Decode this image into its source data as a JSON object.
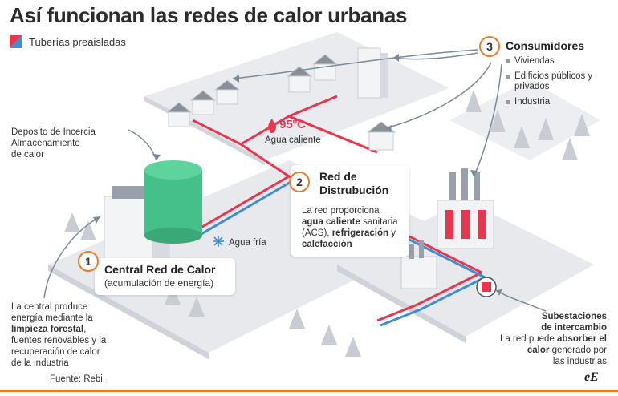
{
  "title": "Así funcionan las redes de calor urbanas",
  "legend": {
    "label": "Tuberías preaisladas"
  },
  "consumers": {
    "number": "3",
    "title": "Consumidores",
    "items": [
      "Viviendas",
      "Edificios públicos y privados",
      "Industria"
    ]
  },
  "deposit": {
    "line1": "Deposito de Incercia",
    "line2": "Almacenamiento",
    "line3": "de calor"
  },
  "hot_water": {
    "temp": "95ºC",
    "label": "Agua caliente"
  },
  "cold_water": {
    "label": "Agua fría"
  },
  "network": {
    "number": "2",
    "title_line1": "Red de",
    "title_line2": "Distrubución",
    "desc1": "La red proporciona",
    "desc2_bold": "agua caliente",
    "desc2_rest": " sanitaria",
    "desc3_rest": "(ACS), ",
    "desc3_bold": "refrigeración",
    "desc3_tail": " y",
    "desc4_bold": "calefacción"
  },
  "plant": {
    "number": "1",
    "title": "Central Red de Calor",
    "subtitle": "(acumulación de energía)"
  },
  "plant_note": {
    "line1": "La central produce",
    "line2": "energía mediante la",
    "line3_bold": "limpieza forestal",
    "line3_rest": ",",
    "line4": "fuentes renovables y la",
    "line5": "recuperación de calor",
    "line6": "de la industria"
  },
  "substation": {
    "title1": "Subestaciones",
    "title2": "de intercambio",
    "desc1a": "La red puede ",
    "desc1b": "absorber el",
    "desc2a": "calor",
    "desc2b": " generado por",
    "desc3": "las industrias"
  },
  "source": "Fuente: Rebi.",
  "brand": "eE",
  "colors": {
    "accent": "#f07a28",
    "hot": "#e8364f",
    "cold": "#3f8fd0",
    "tank": "#45c08a",
    "ground": "#e9ebef"
  }
}
